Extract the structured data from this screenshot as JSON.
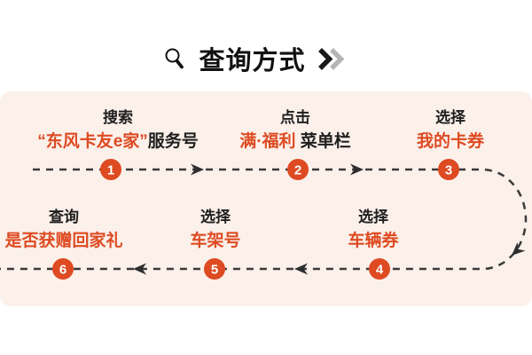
{
  "header": {
    "title": "查询方式"
  },
  "flow": {
    "steps": [
      {
        "num": "1",
        "action": "搜索",
        "parts": [
          {
            "text": "“东风卡友e家”"
          },
          {
            "text": "服务号"
          }
        ]
      },
      {
        "num": "2",
        "action": "点击",
        "parts": [
          {
            "text": "满·福利"
          },
          {
            "text": " 菜单栏"
          }
        ]
      },
      {
        "num": "3",
        "action": "选择",
        "parts": [
          {
            "text": "我的卡券"
          }
        ]
      },
      {
        "num": "4",
        "action": "选择",
        "parts": [
          {
            "text": "车辆券"
          }
        ]
      },
      {
        "num": "5",
        "action": "选择",
        "parts": [
          {
            "text": "车架号"
          }
        ]
      },
      {
        "num": "6",
        "action": "查询",
        "parts": [
          {
            "text": "是否获赠回家礼"
          }
        ]
      }
    ]
  },
  "colors": {
    "accent": "#DE4A21",
    "panel": "#FBF0EA",
    "dash": "#3A3A3A",
    "ink": "#1F1F1F",
    "muted": "#B5B5B5"
  }
}
